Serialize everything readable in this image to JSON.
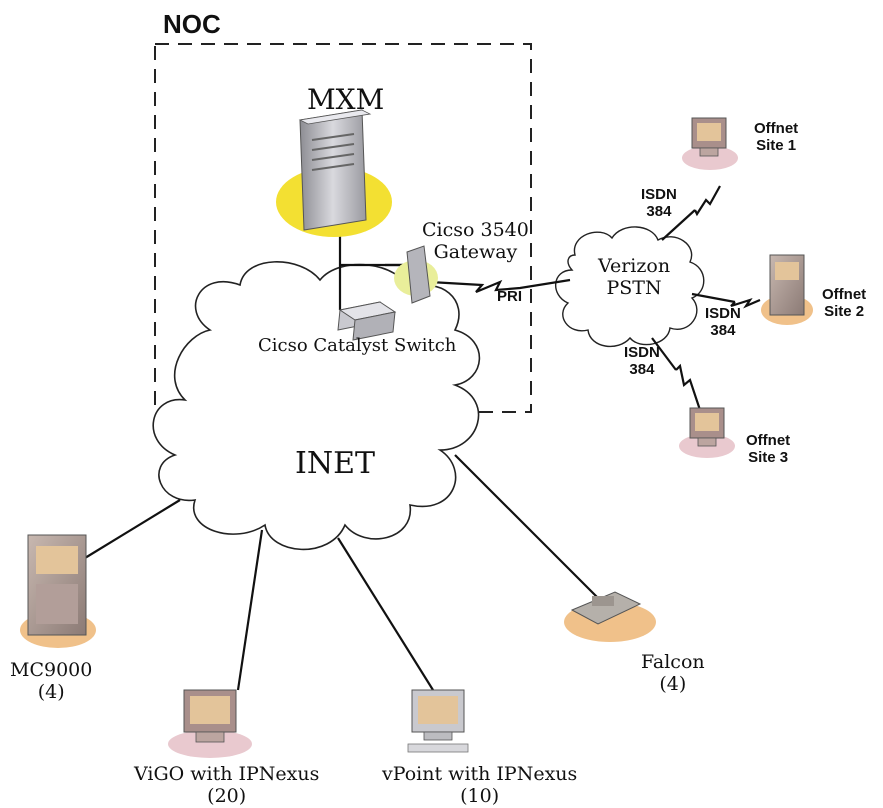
{
  "noc": {
    "title": "NOC"
  },
  "mxm": {
    "label": "MXM"
  },
  "gateway": {
    "line1": "Cicso 3540",
    "line2": "Gateway"
  },
  "switch": {
    "label": "Cicso Catalyst Switch"
  },
  "cloud_inet": {
    "label": "INET"
  },
  "cloud_pstn": {
    "line1": "Verizon",
    "line2": "PSTN"
  },
  "pri_link": {
    "label": "PRI"
  },
  "isdn_links": [
    {
      "label1": "ISDN",
      "label2": "384"
    },
    {
      "label1": "ISDN",
      "label2": "384"
    },
    {
      "label1": "ISDN",
      "label2": "384"
    }
  ],
  "offnet_sites": [
    {
      "line1": "Offnet",
      "line2": "Site 1"
    },
    {
      "line1": "Offnet",
      "line2": "Site 2"
    },
    {
      "line1": "Offnet",
      "line2": "Site 3"
    }
  ],
  "endpoints": [
    {
      "name": "MC9000",
      "count": "(4)"
    },
    {
      "name": "ViGO with IPNexus",
      "count": "(20)"
    },
    {
      "name": "vPoint with IPNexus",
      "count": "(10)"
    },
    {
      "name": "Falcon",
      "count": "(4)"
    }
  ]
}
